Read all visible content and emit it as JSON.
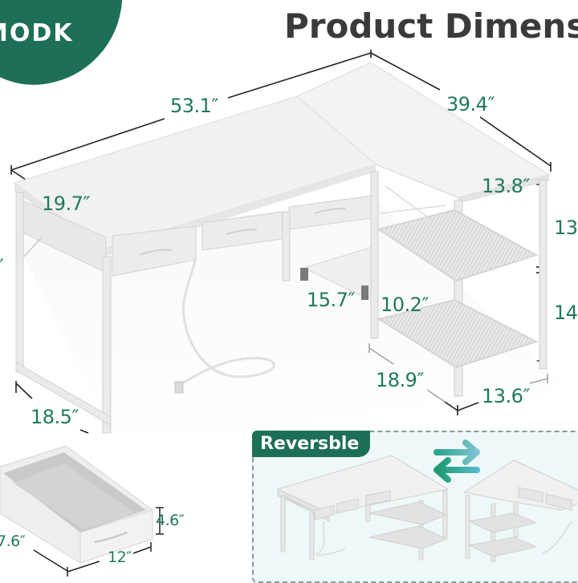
{
  "brand": {
    "logo_text": "MODK",
    "color": "#1d6f57"
  },
  "header": {
    "title": "Product Dimens"
  },
  "desk": {
    "description": "White L-shaped desk with 3 fabric drawers, keyboard tray, power outlet and 2-tier mesh storage shelves"
  },
  "dimensions": {
    "total_length": "53.1″",
    "return_length": "39.4″",
    "desk_depth": "19.7″",
    "shelf_top_width": "13.8″",
    "upper_shelf_height": "13",
    "lower_shelf_height": "14",
    "left_height_partial": "″",
    "tray_width": "15.7″",
    "tray_depth": "10.2″",
    "leg_depth": "18.5″",
    "shelf_base_length": "18.9″",
    "shelf_base_width": "13.6″"
  },
  "drawer": {
    "height": "4.6″",
    "width": "12″",
    "depth_partial": "7.6″"
  },
  "reversible": {
    "badge_label": "Reversble",
    "arrows_icon": "swap-arrows-icon"
  },
  "colors": {
    "accent_green": "#1d6f57",
    "dimension_text": "#1f7a5c",
    "title_text": "#3a3a3a",
    "panel_bg": "#eef8f8",
    "desk_white": "#f2f2f2"
  }
}
